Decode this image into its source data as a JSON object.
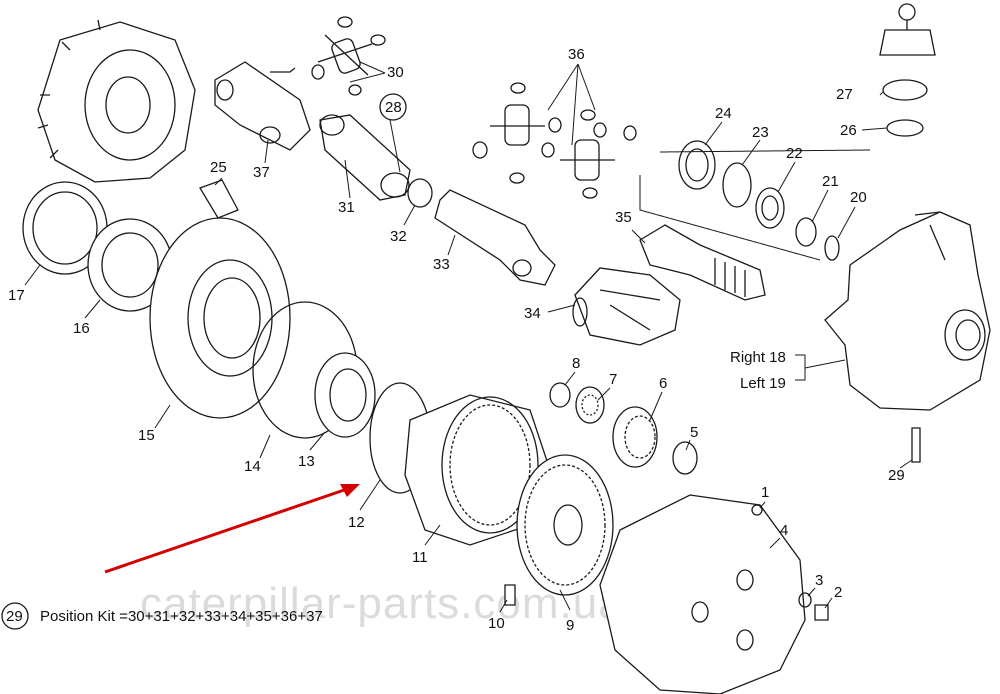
{
  "labels": [
    {
      "id": "1",
      "text": "1"
    },
    {
      "id": "2",
      "text": "2"
    },
    {
      "id": "3",
      "text": "3"
    },
    {
      "id": "4",
      "text": "4"
    },
    {
      "id": "5",
      "text": "5"
    },
    {
      "id": "6",
      "text": "6"
    },
    {
      "id": "7",
      "text": "7"
    },
    {
      "id": "8",
      "text": "8"
    },
    {
      "id": "9",
      "text": "9"
    },
    {
      "id": "10",
      "text": "10"
    },
    {
      "id": "11",
      "text": "11"
    },
    {
      "id": "12",
      "text": "12"
    },
    {
      "id": "13",
      "text": "13"
    },
    {
      "id": "14",
      "text": "14"
    },
    {
      "id": "15",
      "text": "15"
    },
    {
      "id": "16",
      "text": "16"
    },
    {
      "id": "17",
      "text": "17"
    },
    {
      "id": "18",
      "text": "Right 18"
    },
    {
      "id": "19",
      "text": "Left 19"
    },
    {
      "id": "20",
      "text": "20"
    },
    {
      "id": "21",
      "text": "21"
    },
    {
      "id": "22",
      "text": "22"
    },
    {
      "id": "23",
      "text": "23"
    },
    {
      "id": "24",
      "text": "24"
    },
    {
      "id": "25",
      "text": "25"
    },
    {
      "id": "26",
      "text": "26"
    },
    {
      "id": "27",
      "text": "27"
    },
    {
      "id": "28",
      "text": "28"
    },
    {
      "id": "29",
      "text": "29"
    },
    {
      "id": "30",
      "text": "30"
    },
    {
      "id": "31",
      "text": "31"
    },
    {
      "id": "32",
      "text": "32"
    },
    {
      "id": "33",
      "text": "33"
    },
    {
      "id": "34",
      "text": "34"
    },
    {
      "id": "35",
      "text": "35"
    },
    {
      "id": "36",
      "text": "36"
    },
    {
      "id": "37",
      "text": "37"
    }
  ],
  "kit": {
    "circle_label": "29",
    "text": "Position Kit =30+31+32+33+34+35+36+37"
  },
  "circled_label_28": "28",
  "watermark": "caterpillar-parts.com.ua",
  "colors": {
    "line": "#1a1a1a",
    "arrow": "#d40000",
    "watermark": "#c9c9c9"
  }
}
